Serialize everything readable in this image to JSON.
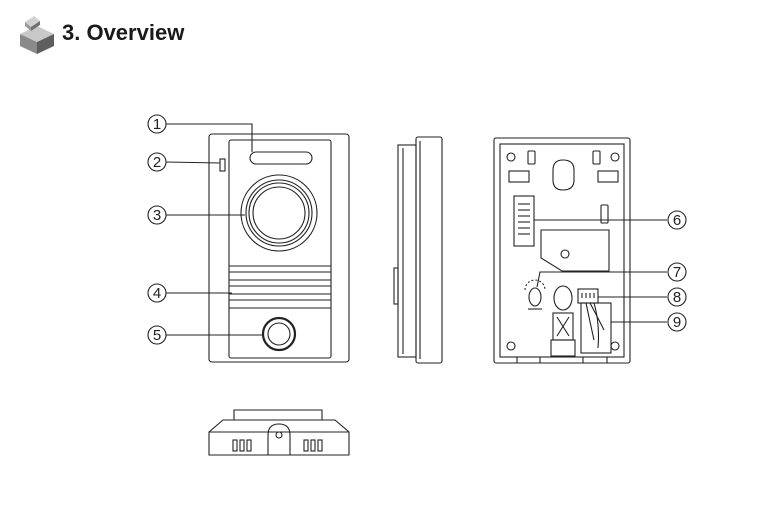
{
  "header": {
    "title": "3. Overview",
    "icon": "cube-icon"
  },
  "callouts": {
    "c1": "1",
    "c2": "2",
    "c3": "3",
    "c4": "4",
    "c5": "5",
    "c6": "6",
    "c7": "7",
    "c8": "8",
    "c9": "9"
  },
  "colors": {
    "line": "#222222",
    "icon_light": "#bfbfbf",
    "icon_mid": "#8a8a8a",
    "icon_dark": "#5a5a5a"
  }
}
